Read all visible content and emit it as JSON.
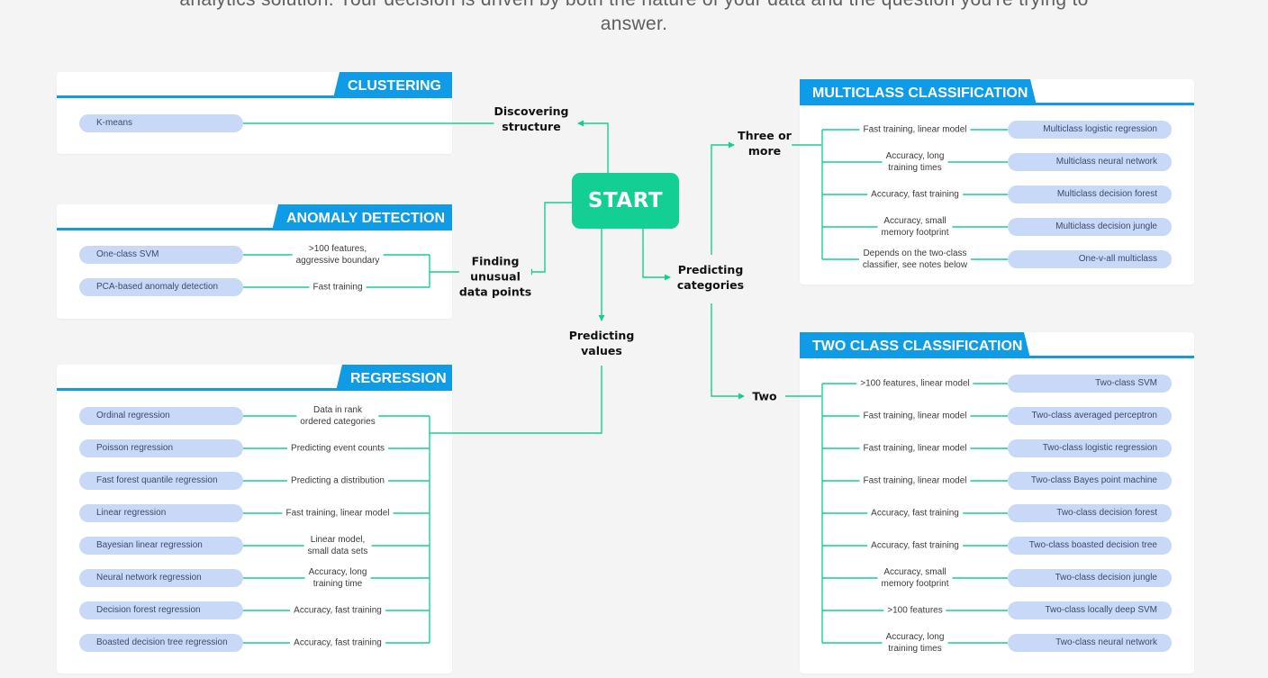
{
  "intro": {
    "line1": "analytics solution. Your decision is driven by both the nature of your data and the question you're trying to",
    "line2": "answer."
  },
  "start": "START",
  "decisions": {
    "discovering": [
      "Discovering",
      "structure"
    ],
    "finding": [
      "Finding",
      "unusual",
      "data points"
    ],
    "predicting_values": [
      "Predicting",
      "values"
    ],
    "predicting_categories": [
      "Predicting",
      "categories"
    ],
    "three_or_more": [
      "Three or",
      "more"
    ],
    "two": [
      "Two"
    ]
  },
  "clustering": {
    "title": "CLUSTERING",
    "items": [
      {
        "algorithm": "K-means"
      }
    ]
  },
  "anomaly": {
    "title": "ANOMALY DETECTION",
    "items": [
      {
        "algorithm": "One-class SVM",
        "condition": [
          ">100 features,",
          "aggressive boundary"
        ]
      },
      {
        "algorithm": "PCA-based anomaly detection",
        "condition": [
          "Fast training"
        ]
      }
    ]
  },
  "regression": {
    "title": "REGRESSION",
    "items": [
      {
        "algorithm": "Ordinal regression",
        "condition": [
          "Data in rank",
          "ordered categories"
        ]
      },
      {
        "algorithm": "Poisson regression",
        "condition": [
          "Predicting event counts"
        ]
      },
      {
        "algorithm": "Fast forest quantile regression",
        "condition": [
          "Predicting a distribution"
        ]
      },
      {
        "algorithm": "Linear regression",
        "condition": [
          "Fast training, linear model"
        ]
      },
      {
        "algorithm": "Bayesian linear regression",
        "condition": [
          "Linear model,",
          "small data sets"
        ]
      },
      {
        "algorithm": "Neural network regression",
        "condition": [
          "Accuracy, long",
          "training time"
        ]
      },
      {
        "algorithm": "Decision forest regression",
        "condition": [
          "Accuracy, fast training"
        ]
      },
      {
        "algorithm": "Boasted decision tree regression",
        "condition": [
          "Accuracy, fast training"
        ]
      }
    ]
  },
  "multiclass": {
    "title": "MULTICLASS CLASSIFICATION",
    "items": [
      {
        "condition": [
          "Fast training, linear model"
        ],
        "algorithm": "Multiclass logistic regression"
      },
      {
        "condition": [
          "Accuracy, long",
          "training times"
        ],
        "algorithm": "Multiclass neural network"
      },
      {
        "condition": [
          "Accuracy, fast training"
        ],
        "algorithm": "Multiclass decision forest"
      },
      {
        "condition": [
          "Accuracy, small",
          "memory footprint"
        ],
        "algorithm": "Multiclass decision jungle"
      },
      {
        "condition": [
          "Depends on the two-class",
          "classifier, see notes below"
        ],
        "algorithm": "One-v-all multiclass"
      }
    ]
  },
  "twoclass": {
    "title": "TWO CLASS CLASSIFICATION",
    "items": [
      {
        "condition": [
          ">100 features, linear model"
        ],
        "algorithm": "Two-class SVM"
      },
      {
        "condition": [
          "Fast training, linear model"
        ],
        "algorithm": "Two-class averaged perceptron"
      },
      {
        "condition": [
          "Fast training, linear model"
        ],
        "algorithm": "Two-class logistic regression"
      },
      {
        "condition": [
          "Fast training, linear model"
        ],
        "algorithm": "Two-class Bayes point machine"
      },
      {
        "condition": [
          "Accuracy, fast training"
        ],
        "algorithm": "Two-class decision forest"
      },
      {
        "condition": [
          "Accuracy, fast training"
        ],
        "algorithm": "Two-class boasted decision tree"
      },
      {
        "condition": [
          "Accuracy, small",
          "memory footprint"
        ],
        "algorithm": "Two-class decision jungle"
      },
      {
        "condition": [
          ">100 features"
        ],
        "algorithm": "Two-class locally deep SVM"
      },
      {
        "condition": [
          "Accuracy, long",
          "training times"
        ],
        "algorithm": "Two-class neural network"
      }
    ]
  },
  "colors": {
    "accent": "#0f9be6",
    "connector": "#14cf93",
    "start": "#14cf93",
    "pill": "#c8d9f8",
    "background": "#f4f4f4"
  }
}
